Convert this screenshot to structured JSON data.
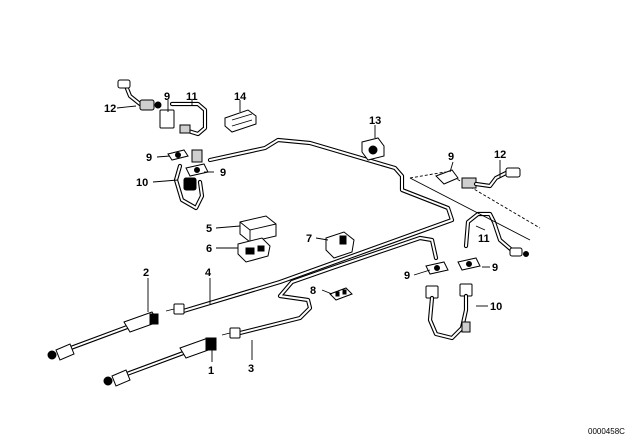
{
  "callouts": [
    "1",
    "2",
    "3",
    "4",
    "5",
    "6",
    "7",
    "8",
    "9",
    "10",
    "11",
    "12",
    "13",
    "14"
  ],
  "doc_id": "0000458C"
}
